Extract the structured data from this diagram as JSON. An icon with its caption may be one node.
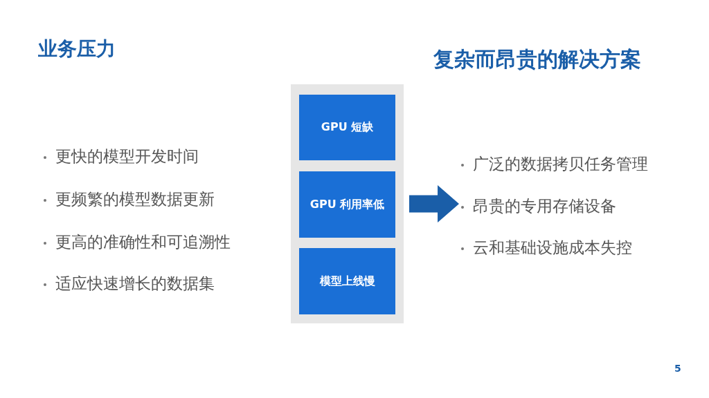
{
  "diagram": {
    "nodes": [
      {
        "text": [],
        "shape": "box"
      },
      {
        "text": [
          "GPU 短缺"
        ],
        "in": 0
      },
      {
        "text": [
          "GPU 利用率低"
        ],
        "in": 0
      },
      {
        "text": [
          "模型上线慢"
        ],
        "in": 0
      },
      {
        "text": [],
        "shape": "arrow"
      }
    ],
    "labels": [
      "业务压力",
      "复杂而昂贵的解决方案",
      "更快的模型开发时间",
      "更频繁的模型数据更新",
      "更高的准确性和可追溯性",
      "适应快速增长的数据集",
      "广泛的数据拷贝任务管理",
      "昂贵的专用存储设备",
      "云和基础设施成本失控",
      "5"
    ]
  }
}
